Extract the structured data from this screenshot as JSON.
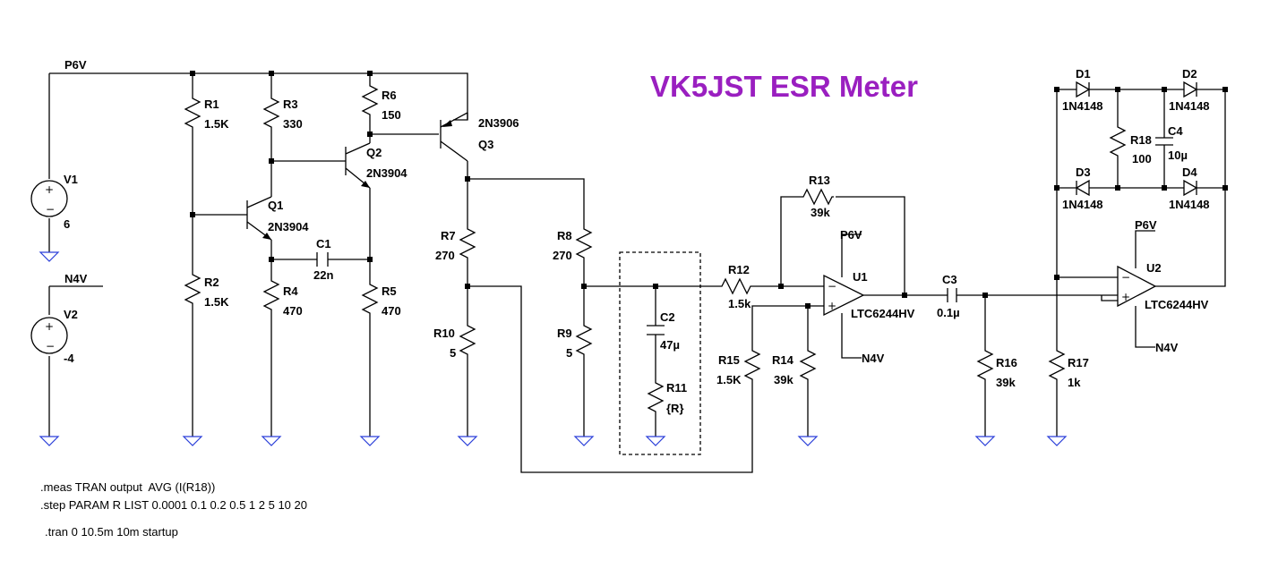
{
  "title": "VK5JST ESR Meter",
  "nets": {
    "p6v": "P6V",
    "n4v": "N4V"
  },
  "sources": [
    {
      "ref": "V1",
      "value": "6"
    },
    {
      "ref": "V2",
      "value": "-4"
    }
  ],
  "resistors": [
    {
      "ref": "R1",
      "value": "1.5K"
    },
    {
      "ref": "R2",
      "value": "1.5K"
    },
    {
      "ref": "R3",
      "value": "330"
    },
    {
      "ref": "R4",
      "value": "470"
    },
    {
      "ref": "R5",
      "value": "470"
    },
    {
      "ref": "R6",
      "value": "150"
    },
    {
      "ref": "R7",
      "value": "270"
    },
    {
      "ref": "R8",
      "value": "270"
    },
    {
      "ref": "R9",
      "value": "5"
    },
    {
      "ref": "R10",
      "value": "5"
    },
    {
      "ref": "R11",
      "value": "{R}"
    },
    {
      "ref": "R12",
      "value": "1.5k"
    },
    {
      "ref": "R13",
      "value": "39k"
    },
    {
      "ref": "R14",
      "value": "39k"
    },
    {
      "ref": "R15",
      "value": "1.5K"
    },
    {
      "ref": "R16",
      "value": "39k"
    },
    {
      "ref": "R17",
      "value": "1k"
    },
    {
      "ref": "R18",
      "value": "100"
    }
  ],
  "capacitors": [
    {
      "ref": "C1",
      "value": "22n"
    },
    {
      "ref": "C2",
      "value": "47µ"
    },
    {
      "ref": "C3",
      "value": "0.1µ"
    },
    {
      "ref": "C4",
      "value": "10µ"
    }
  ],
  "transistors": [
    {
      "ref": "Q1",
      "value": "2N3904"
    },
    {
      "ref": "Q2",
      "value": "2N3904"
    },
    {
      "ref": "Q3",
      "value": "2N3906"
    }
  ],
  "diodes": [
    {
      "ref": "D1",
      "value": "1N4148"
    },
    {
      "ref": "D2",
      "value": "1N4148"
    },
    {
      "ref": "D3",
      "value": "1N4148"
    },
    {
      "ref": "D4",
      "value": "1N4148"
    }
  ],
  "opamps": [
    {
      "ref": "U1",
      "value": "LTC6244HV"
    },
    {
      "ref": "U2",
      "value": "LTC6244HV"
    }
  ],
  "directives": [
    ".meas TRAN output  AVG (I(R18))",
    ".step PARAM R LIST 0.0001 0.1 0.2 0.5 1 2 5 10 20",
    ".tran 0 10.5m 10m startup"
  ],
  "colors": {
    "title": "#9a1fc0",
    "ground": "#2b3fd9",
    "wire": "#000000"
  }
}
